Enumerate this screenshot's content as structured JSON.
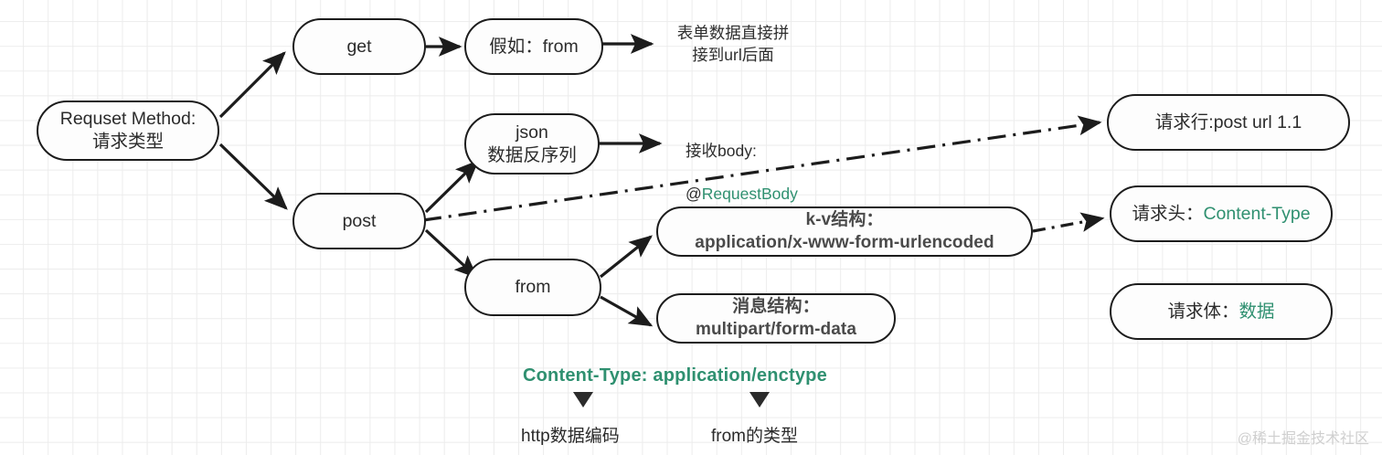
{
  "diagram": {
    "title": "HTTP Requset Method flow",
    "accent_color": "#2f9070",
    "node_border_color": "#1c1c1c",
    "grid_color": "#ececec",
    "nodes": {
      "root": {
        "line1": "Requset Method:",
        "line2": "请求类型"
      },
      "get": {
        "line1": "get"
      },
      "get_if": {
        "line1": "假如：from"
      },
      "post": {
        "line1": "post"
      },
      "json": {
        "line1": "json",
        "line2": "数据反序列"
      },
      "from": {
        "line1": "from"
      },
      "kv": {
        "line1": "k-v结构：",
        "line2": "application/x-www-form-urlencoded"
      },
      "multipart": {
        "line1": "消息结构：",
        "line2": "multipart/form-data"
      },
      "req_line": {
        "prefix": "请求行:post url 1.1"
      },
      "req_header": {
        "prefix": "请求头：",
        "accent": "Content-Type"
      },
      "req_body": {
        "prefix": "请求体：",
        "accent": "数据"
      }
    },
    "labels": {
      "get_note": "表单数据直接拼\n接到url后面",
      "json_note_line1": "接收body:",
      "json_note_at": "@",
      "json_note_accent": "RequestBody"
    },
    "bottom": {
      "heading": "Content-Type: application/enctype",
      "caption_left": "http数据编码",
      "caption_right": "from的类型"
    },
    "watermark": "@稀土掘金技术社区"
  }
}
